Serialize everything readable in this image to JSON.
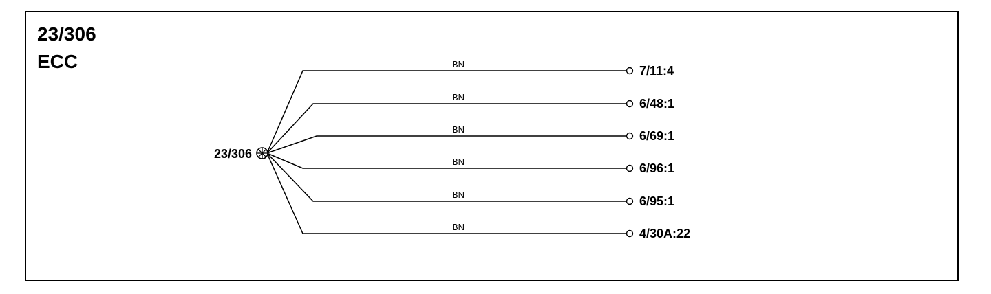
{
  "header": {
    "connector_id": "23/306",
    "module_name": "ECC"
  },
  "splice": {
    "label": "23/306"
  },
  "wires": [
    {
      "color_code": "BN",
      "destination": "7/11:4"
    },
    {
      "color_code": "BN",
      "destination": "6/48:1"
    },
    {
      "color_code": "BN",
      "destination": "6/69:1"
    },
    {
      "color_code": "BN",
      "destination": "6/96:1"
    },
    {
      "color_code": "BN",
      "destination": "6/95:1"
    },
    {
      "color_code": "BN",
      "destination": "4/30A:22"
    }
  ]
}
